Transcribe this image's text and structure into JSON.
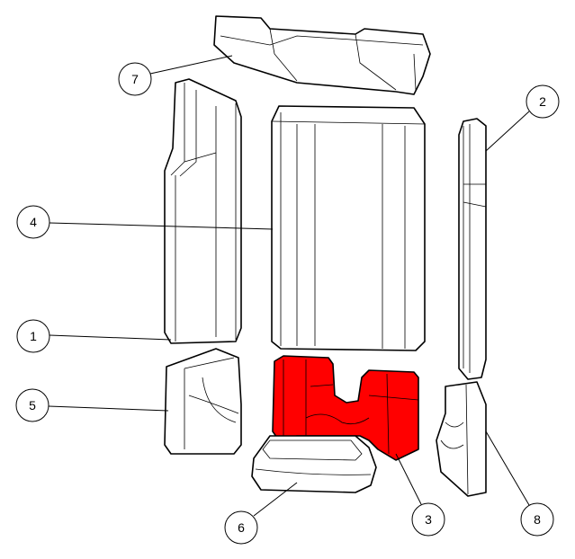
{
  "diagram": {
    "type": "exploded-parts-view",
    "accent_color": "#ff0000",
    "callouts": [
      {
        "label": "1"
      },
      {
        "label": "2"
      },
      {
        "label": "3"
      },
      {
        "label": "4"
      },
      {
        "label": "5"
      },
      {
        "label": "6"
      },
      {
        "label": "7"
      },
      {
        "label": "8"
      }
    ]
  }
}
